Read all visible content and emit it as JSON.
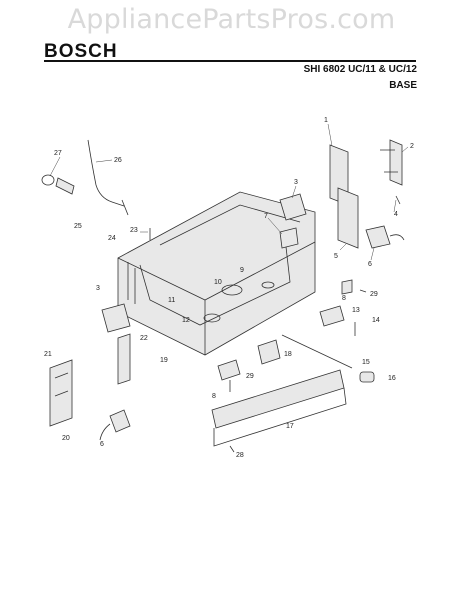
{
  "header": {
    "watermark": "AppliancePartsPros.com",
    "brand": "BOSCH",
    "model": "SHI 6802 UC/11 & UC/12",
    "section": "BASE"
  },
  "callouts": [
    "1",
    "2",
    "3",
    "4",
    "5",
    "6",
    "7",
    "8",
    "9",
    "10",
    "11",
    "12",
    "13",
    "14",
    "15",
    "16",
    "17",
    "18",
    "19",
    "20",
    "21",
    "22",
    "23",
    "24",
    "25",
    "26",
    "27",
    "28",
    "29",
    "3",
    "8",
    "6",
    "29"
  ]
}
